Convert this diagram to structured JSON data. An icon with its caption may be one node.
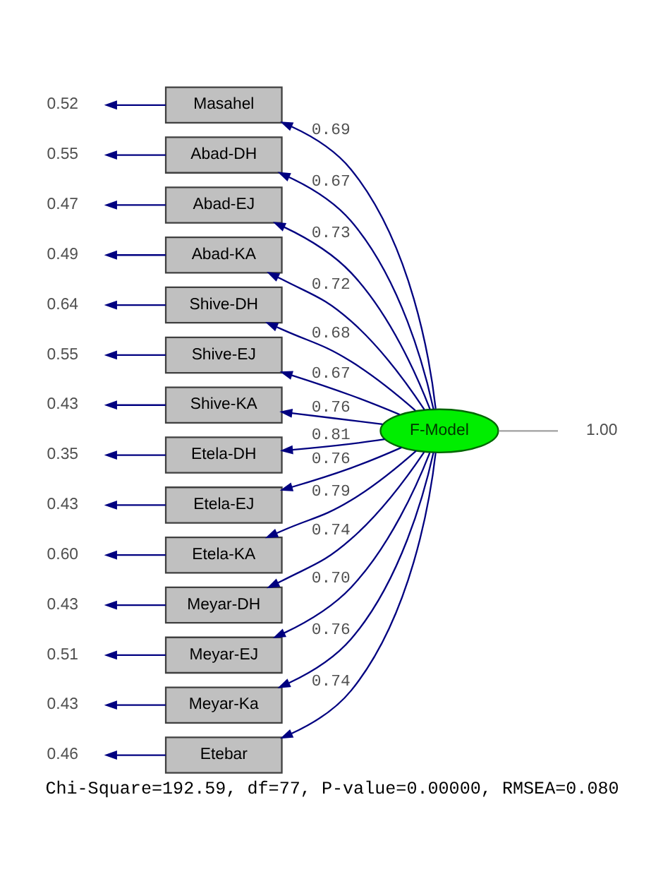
{
  "diagram": {
    "caption": "Chi-Square=192.59, df=77, P-value=0.00000, RMSEA=0.080",
    "nodes": [
      {
        "text": [
          "F-Model"
        ]
      },
      {
        "text": [
          "Masahel"
        ]
      },
      {
        "text": [
          "Abad-DH"
        ]
      },
      {
        "text": [
          "Abad-EJ"
        ]
      },
      {
        "text": [
          "Abad-KA"
        ]
      },
      {
        "text": [
          "Shive-DH"
        ]
      },
      {
        "text": [
          "Shive-EJ"
        ]
      },
      {
        "text": [
          "Shive-KA"
        ]
      },
      {
        "text": [
          "Etela-DH"
        ]
      },
      {
        "text": [
          "Etela-EJ"
        ]
      },
      {
        "text": [
          "Etela-KA"
        ]
      },
      {
        "text": [
          "Meyar-DH"
        ]
      },
      {
        "text": [
          "Meyar-EJ"
        ]
      },
      {
        "text": [
          "Meyar-Ka"
        ]
      },
      {
        "text": [
          "Etebar"
        ]
      },
      {
        "text": [
          "0.52"
        ]
      },
      {
        "text": [
          "0.55"
        ]
      },
      {
        "text": [
          "0.47"
        ]
      },
      {
        "text": [
          "0.49"
        ]
      },
      {
        "text": [
          "0.64"
        ]
      },
      {
        "text": [
          "0.55"
        ]
      },
      {
        "text": [
          "0.43"
        ]
      },
      {
        "text": [
          "0.35"
        ]
      },
      {
        "text": [
          "0.43"
        ]
      },
      {
        "text": [
          "0.60"
        ]
      },
      {
        "text": [
          "0.43"
        ]
      },
      {
        "text": [
          "0.51"
        ]
      },
      {
        "text": [
          "0.43"
        ]
      },
      {
        "text": [
          "0.46"
        ]
      },
      {
        "text": [
          "1.00"
        ]
      }
    ],
    "edges": [
      {
        "from": 29,
        "to": 0,
        "arrow": "none",
        "color": "#a0a0a0"
      },
      {
        "from": 0,
        "to": 1,
        "arrow": "to",
        "label": "0.69"
      },
      {
        "from": 0,
        "to": 2,
        "arrow": "to",
        "label": "0.67"
      },
      {
        "from": 0,
        "to": 3,
        "arrow": "to",
        "label": "0.73"
      },
      {
        "from": 0,
        "to": 4,
        "arrow": "to",
        "label": "0.72"
      },
      {
        "from": 0,
        "to": 5,
        "arrow": "to",
        "label": "0.68"
      },
      {
        "from": 0,
        "to": 6,
        "arrow": "to",
        "label": "0.67"
      },
      {
        "from": 0,
        "to": 7,
        "arrow": "to",
        "label": "0.76"
      },
      {
        "from": 0,
        "to": 8,
        "arrow": "to",
        "label": "0.81"
      },
      {
        "from": 0,
        "to": 9,
        "arrow": "to",
        "label": "0.76"
      },
      {
        "from": 0,
        "to": 10,
        "arrow": "to",
        "label": "0.79"
      },
      {
        "from": 0,
        "to": 11,
        "arrow": "to",
        "label": "0.74"
      },
      {
        "from": 0,
        "to": 12,
        "arrow": "to",
        "label": "0.70"
      },
      {
        "from": 0,
        "to": 13,
        "arrow": "to",
        "label": "0.76"
      },
      {
        "from": 0,
        "to": 14,
        "arrow": "to",
        "label": "0.74"
      },
      {
        "from": 1,
        "to": 15,
        "arrow": "to"
      },
      {
        "from": 2,
        "to": 16,
        "arrow": "to"
      },
      {
        "from": 3,
        "to": 17,
        "arrow": "to"
      },
      {
        "from": 4,
        "to": 18,
        "arrow": "to"
      },
      {
        "from": 5,
        "to": 19,
        "arrow": "to"
      },
      {
        "from": 6,
        "to": 20,
        "arrow": "to"
      },
      {
        "from": 7,
        "to": 21,
        "arrow": "to"
      },
      {
        "from": 8,
        "to": 22,
        "arrow": "to"
      },
      {
        "from": 9,
        "to": 23,
        "arrow": "to"
      },
      {
        "from": 10,
        "to": 24,
        "arrow": "to"
      },
      {
        "from": 11,
        "to": 25,
        "arrow": "to"
      },
      {
        "from": 12,
        "to": 26,
        "arrow": "to"
      },
      {
        "from": 13,
        "to": 27,
        "arrow": "to"
      },
      {
        "from": 14,
        "to": 28,
        "arrow": "to"
      }
    ]
  }
}
